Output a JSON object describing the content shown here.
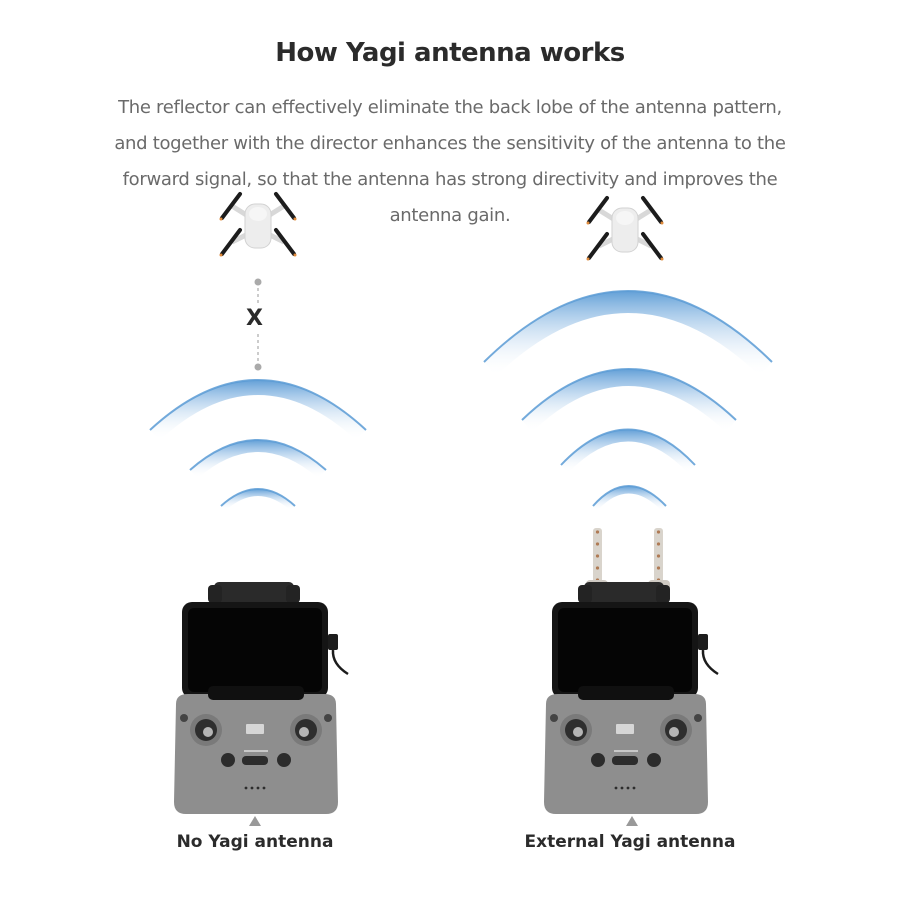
{
  "title": "How Yagi antenna works",
  "description": {
    "lines": [
      "The reflector can effectively eliminate the back lobe of the antenna pattern,",
      "and together with the director enhances the sensitivity of the antenna to the",
      "forward signal, so that the antenna has strong directivity and improves the",
      "antenna gain."
    ]
  },
  "left_panel": {
    "label": "No Yagi antenna",
    "blocked_marker": "X",
    "signal_arcs": 3
  },
  "right_panel": {
    "label": "External Yagi antenna",
    "signal_arcs": 4
  },
  "colors": {
    "signal_blue": "#5b9bd5",
    "controller_gray": "#8e8e8e",
    "phone_black": "#0c0c0c",
    "text_dark": "#2b2b2b",
    "text_gray": "#6a6a6a"
  }
}
